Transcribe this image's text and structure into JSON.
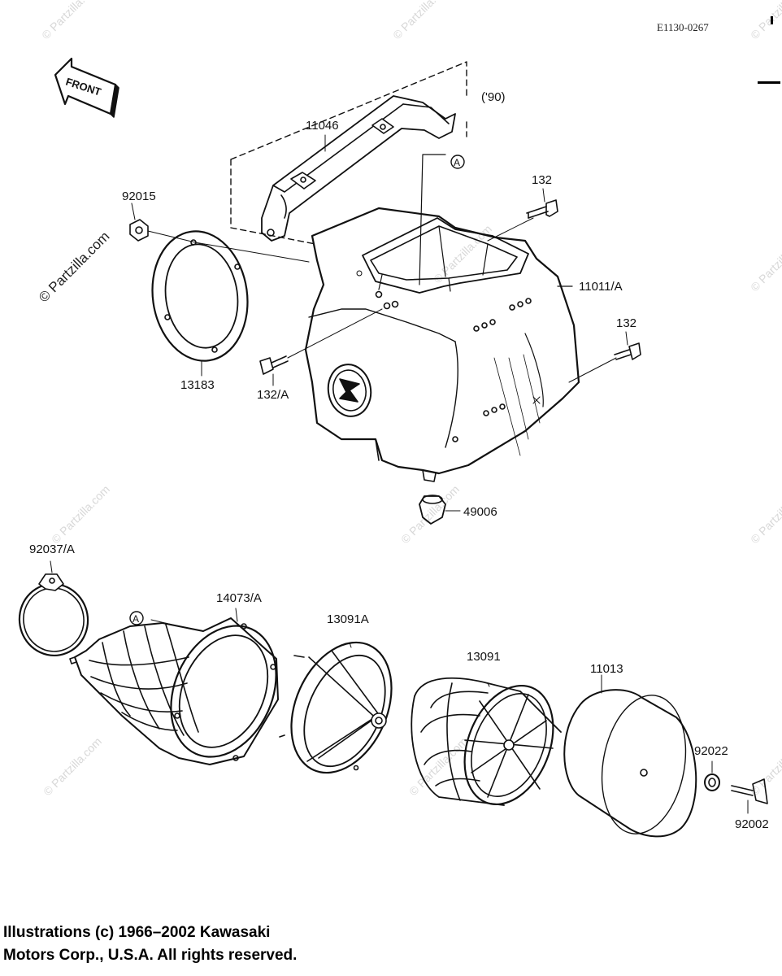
{
  "diagram_code": "E1130-0267",
  "front_label": "FRONT",
  "watermark_main": "© Partzilla.com",
  "watermark_small": "© Partzilla.com",
  "year_note": "('90)",
  "ref_a": "A",
  "part_labels": {
    "p11046": "11046",
    "p92015": "92015",
    "p132_top": "132",
    "p11011a": "11011/A",
    "p132_right": "132",
    "p13183": "13183",
    "p132a": "132/A",
    "p49006": "49006",
    "p92037a": "92037/A",
    "p14073a": "14073/A",
    "p13091a": "13091A",
    "p13091": "13091",
    "p11013": "11013",
    "p92022": "92022",
    "p92002": "92002"
  },
  "copyright": {
    "line1": "Illustrations (c) 1966–2002 Kawasaki",
    "line2": "Motors Corp., U.S.A.  All rights reserved."
  }
}
